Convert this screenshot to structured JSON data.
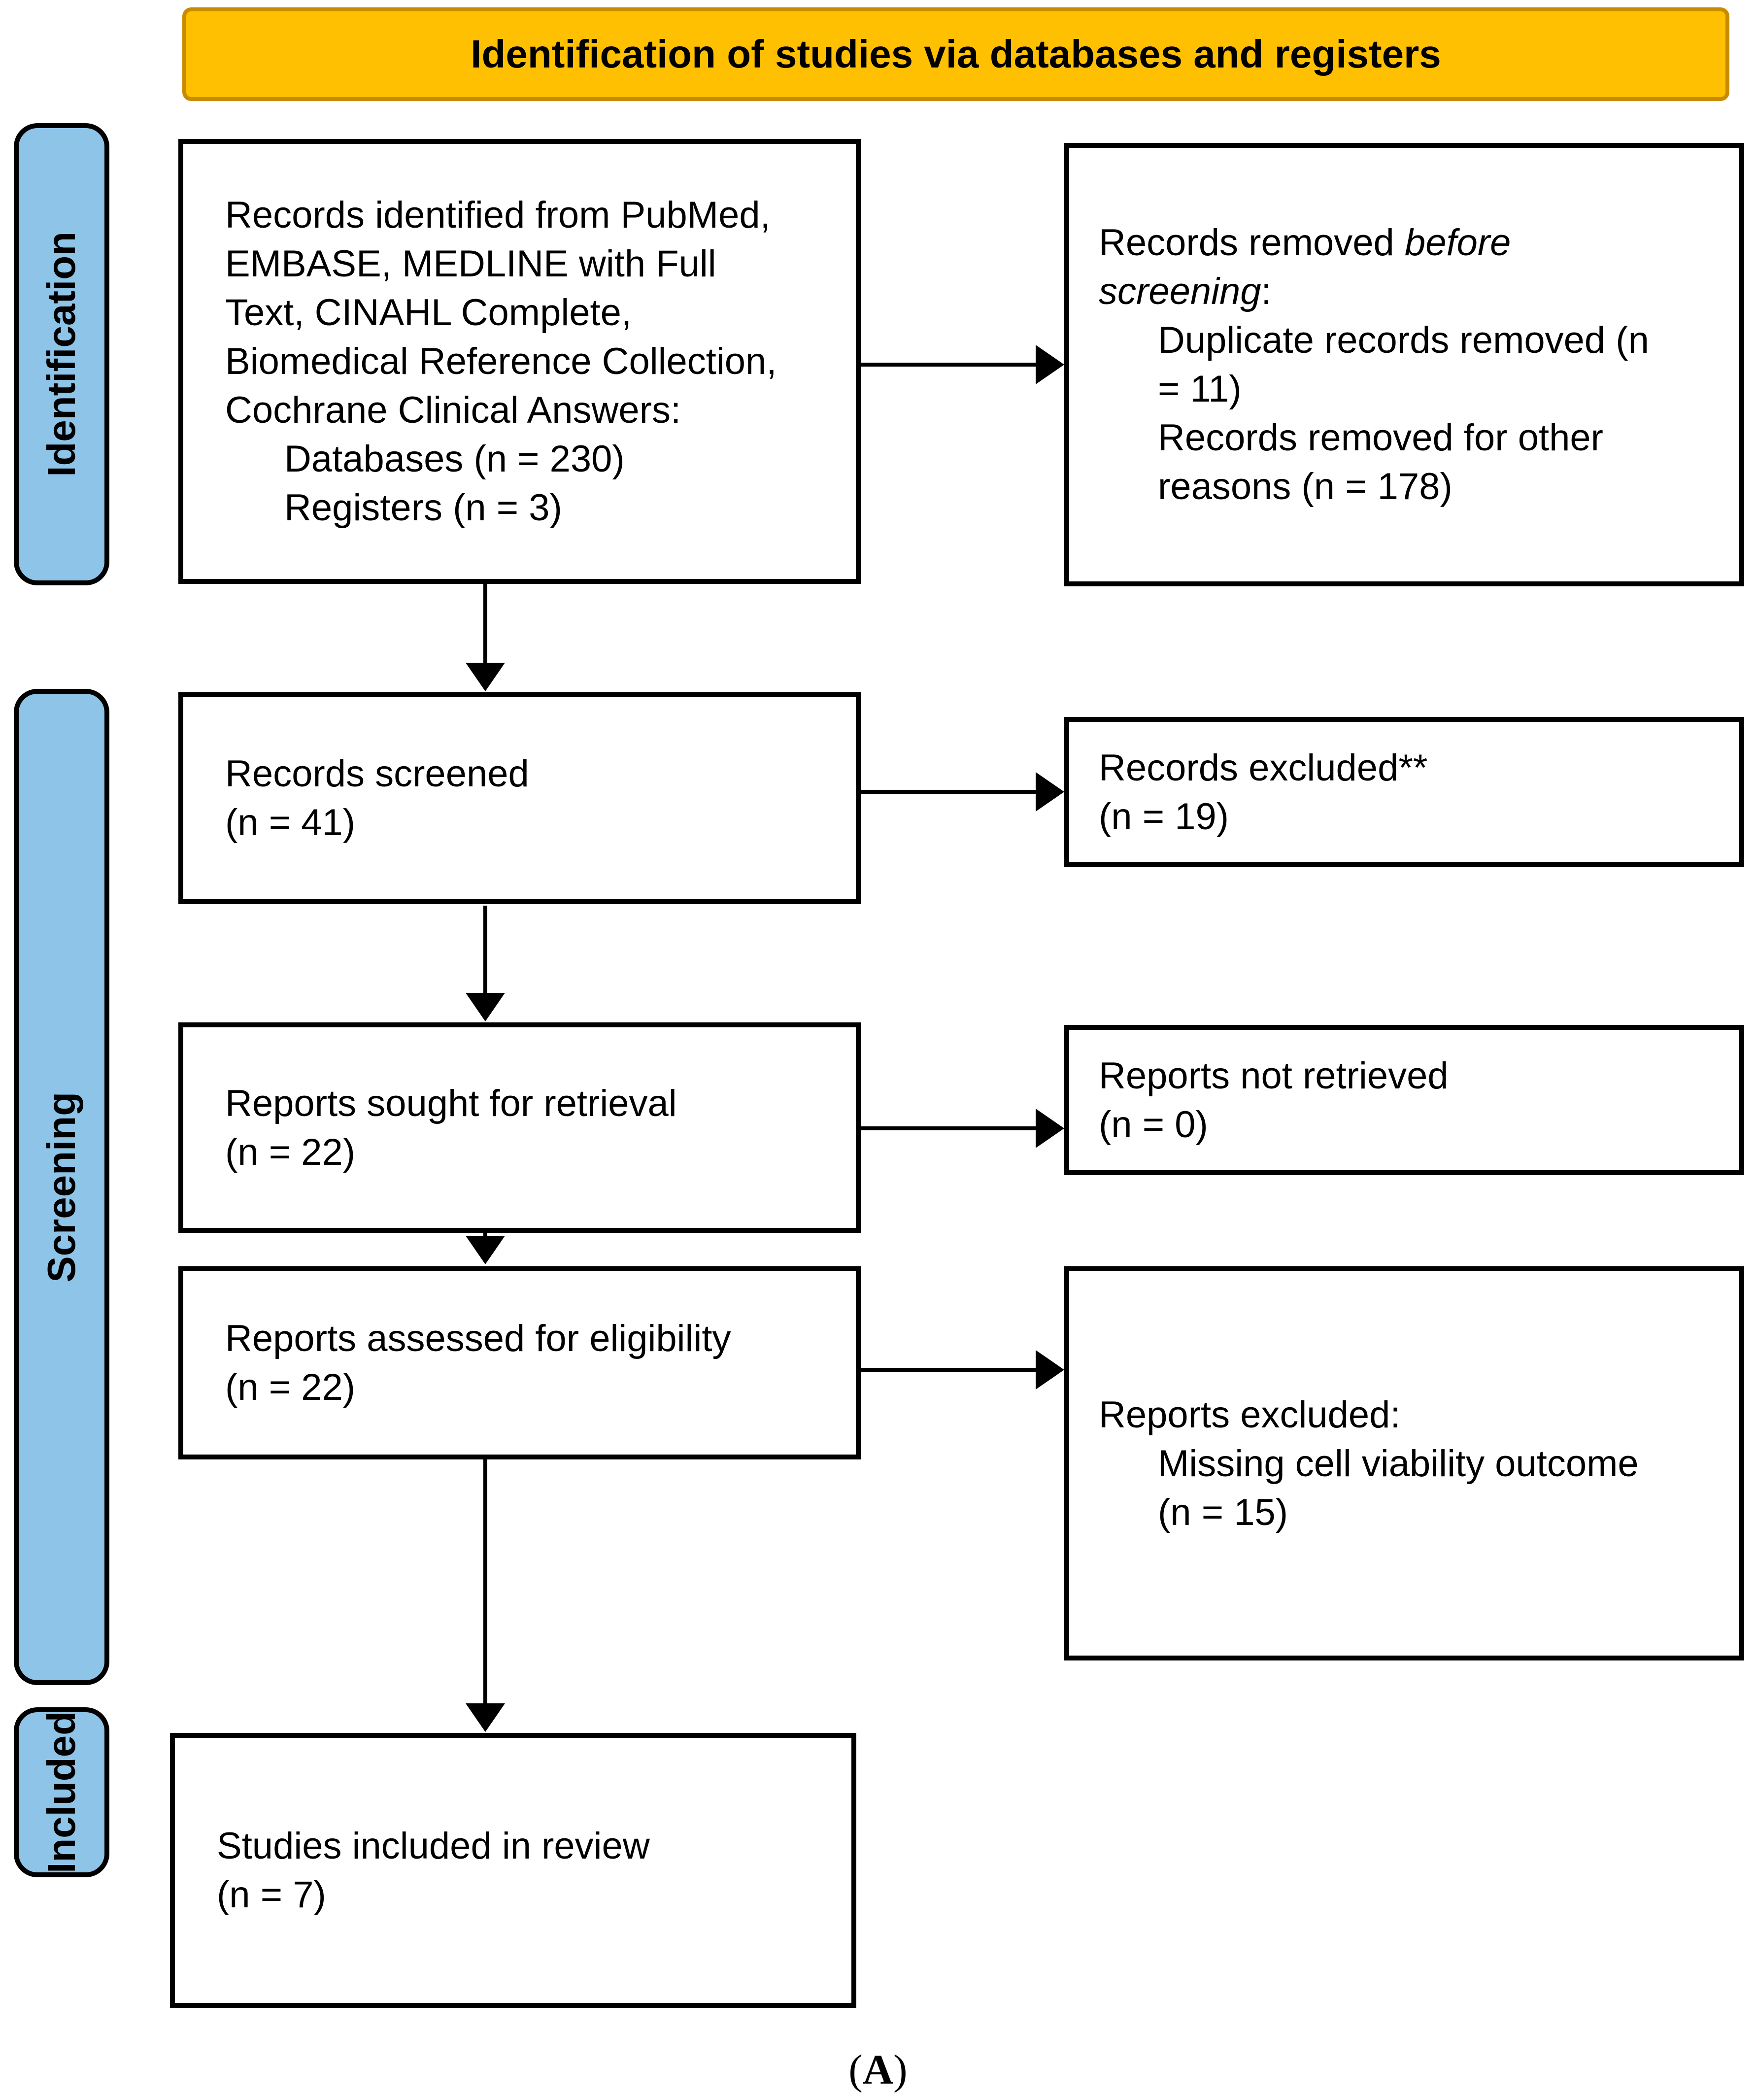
{
  "banner": {
    "title": "Identification of studies via databases and registers"
  },
  "sidebar": {
    "identification": {
      "label": "Identification"
    },
    "screening": {
      "label": "Screening"
    },
    "included": {
      "label": "Included"
    }
  },
  "boxes": {
    "identified": {
      "lines": [
        {
          "parts": [
            {
              "t": "Records identified from PubMed,"
            }
          ]
        },
        {
          "parts": [
            {
              "t": "EMBASE, MEDLINE with Full"
            }
          ]
        },
        {
          "parts": [
            {
              "t": "Text, CINAHL Complete,"
            }
          ]
        },
        {
          "parts": [
            {
              "t": "Biomedical Reference Collection,"
            }
          ]
        },
        {
          "parts": [
            {
              "t": "Cochrane Clinical Answers:"
            }
          ]
        },
        {
          "indent": true,
          "parts": [
            {
              "t": "Databases (n = 230)"
            }
          ]
        },
        {
          "indent": true,
          "parts": [
            {
              "t": "Registers (n = 3)"
            }
          ]
        }
      ]
    },
    "removed": {
      "lines": [
        {
          "parts": [
            {
              "t": "Records removed "
            },
            {
              "t": "before",
              "i": true
            }
          ]
        },
        {
          "parts": [
            {
              "t": "screening",
              "i": true
            },
            {
              "t": ":"
            }
          ]
        },
        {
          "indent": true,
          "parts": [
            {
              "t": "Duplicate records removed (n"
            }
          ]
        },
        {
          "indent": true,
          "parts": [
            {
              "t": "= 11)"
            }
          ]
        },
        {
          "indent": true,
          "parts": [
            {
              "t": "Records removed for other"
            }
          ]
        },
        {
          "indent": true,
          "parts": [
            {
              "t": "reasons (n = 178)"
            }
          ]
        }
      ]
    },
    "screened": {
      "lines": [
        {
          "parts": [
            {
              "t": "Records screened"
            }
          ]
        },
        {
          "parts": [
            {
              "t": "(n = 41)"
            }
          ]
        }
      ]
    },
    "records_excluded": {
      "lines": [
        {
          "parts": [
            {
              "t": "Records excluded**"
            }
          ]
        },
        {
          "parts": [
            {
              "t": "(n = 19)"
            }
          ]
        }
      ]
    },
    "sought": {
      "lines": [
        {
          "parts": [
            {
              "t": "Reports sought for retrieval"
            }
          ]
        },
        {
          "parts": [
            {
              "t": "(n = 22)"
            }
          ]
        }
      ]
    },
    "not_retrieved": {
      "lines": [
        {
          "parts": [
            {
              "t": "Reports not retrieved"
            }
          ]
        },
        {
          "parts": [
            {
              "t": "(n = 0)"
            }
          ]
        }
      ]
    },
    "assessed": {
      "lines": [
        {
          "parts": [
            {
              "t": "Reports assessed for eligibility"
            }
          ]
        },
        {
          "parts": [
            {
              "t": "(n = 22)"
            }
          ]
        }
      ]
    },
    "reports_excluded": {
      "lines": [
        {
          "parts": [
            {
              "t": "Reports excluded:"
            }
          ]
        },
        {
          "indent": true,
          "parts": [
            {
              "t": "Missing cell viability outcome"
            }
          ]
        },
        {
          "indent": true,
          "parts": [
            {
              "t": "(n = 15)"
            }
          ]
        }
      ]
    },
    "included_studies": {
      "lines": [
        {
          "parts": [
            {
              "t": "Studies included in review"
            }
          ]
        },
        {
          "parts": [
            {
              "t": "(n = 7)"
            }
          ]
        }
      ]
    }
  },
  "caption": {
    "open": "(",
    "letter": "A",
    "close": ")"
  },
  "colors": {
    "banner_fill": "#FFC001",
    "banner_border": "#C98C00",
    "sidebar_fill": "#8FC4E9",
    "line_color": "#000000",
    "box_bg": "#FFFFFF"
  }
}
